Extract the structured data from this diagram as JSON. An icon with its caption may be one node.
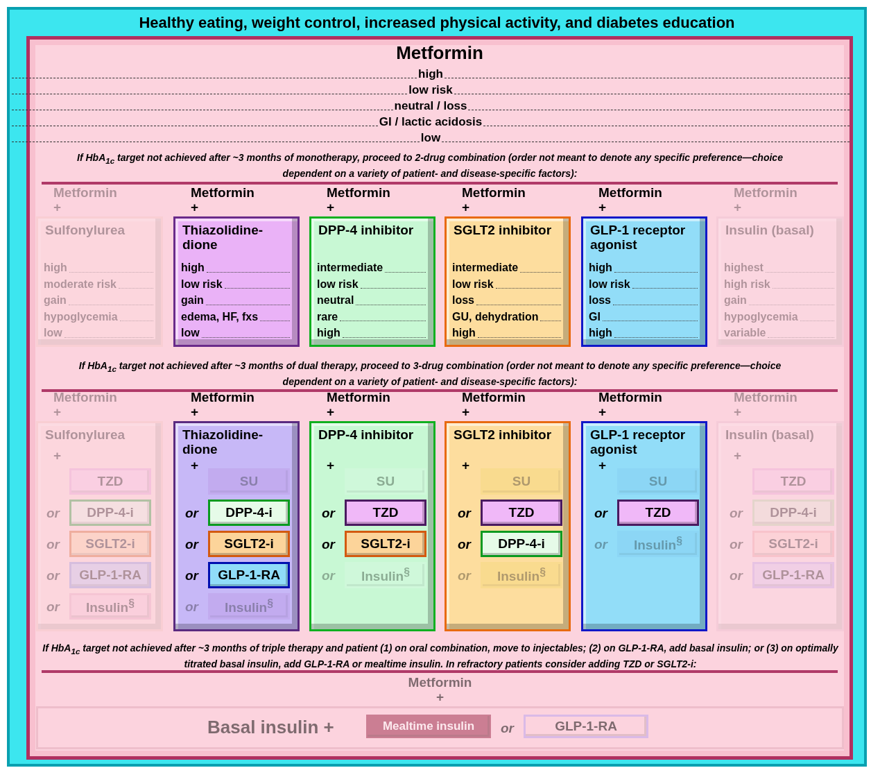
{
  "diagram": {
    "nodes": [
      {
        "text": [
          "Healthy eating, weight control, increased physical activity, and diabetes education"
        ]
      },
      {
        "text": [
          "Metformin",
          "high",
          "low risk",
          "neutral / loss",
          "GI / lactic acidosis",
          "low"
        ],
        "in": 0
      },
      {
        "text": [
          "Metformin +",
          "Sulfonylurea",
          "high",
          "moderate risk",
          "gain",
          "hypoglycemia",
          "low"
        ],
        "in": 1
      },
      {
        "text": [
          "Metformin +",
          "Thiazolidine- dione",
          "high",
          "low risk",
          "gain",
          "edema, HF, fxs",
          "low"
        ],
        "in": 1
      },
      {
        "text": [
          "Metformin +",
          "DPP-4 inhibitor",
          "intermediate",
          "low risk",
          "neutral",
          "rare",
          "high"
        ],
        "in": 1
      },
      {
        "text": [
          "Metformin +",
          "SGLT2 inhibitor",
          "intermediate",
          "low risk",
          "loss",
          "GU, dehydration",
          "high"
        ],
        "in": 1
      },
      {
        "text": [
          "Metformin +",
          "GLP-1 receptor agonist",
          "high",
          "low risk",
          "loss",
          "GI",
          "high"
        ],
        "in": 1
      },
      {
        "text": [
          "Metformin +",
          "Insulin (basal)",
          "highest",
          "high risk",
          "gain",
          "hypoglycemia",
          "variable"
        ],
        "in": 1
      },
      {
        "text": [
          "Metformin +",
          "Sulfonylurea",
          "+"
        ],
        "in": 1
      },
      {
        "text": [
          "TZD"
        ],
        "in": 8
      },
      {
        "text": [
          "DPP-4-i"
        ],
        "in": 8,
        "beside": [
          "or"
        ]
      },
      {
        "text": [
          "SGLT2-i"
        ],
        "in": 8,
        "beside": [
          "or"
        ]
      },
      {
        "text": [
          "GLP-1-RA"
        ],
        "in": 8,
        "beside": [
          "or"
        ]
      },
      {
        "text": [
          "Insulin$^{§}$"
        ],
        "in": 8,
        "beside": [
          "or"
        ]
      },
      {
        "text": [
          "Metformin +",
          "Thiazolidine- dione",
          "+"
        ],
        "in": 1
      },
      {
        "text": [
          "SU"
        ],
        "in": 14
      },
      {
        "text": [
          "DPP-4-i"
        ],
        "in": 14,
        "beside": [
          "or"
        ]
      },
      {
        "text": [
          "SGLT2-i"
        ],
        "in": 14,
        "beside": [
          "or"
        ]
      },
      {
        "text": [
          "GLP-1-RA"
        ],
        "in": 14,
        "beside": [
          "or"
        ]
      },
      {
        "text": [
          "Insulin$^{§}$"
        ],
        "in": 14,
        "beside": [
          "or"
        ]
      },
      {
        "text": [
          "Metformin +",
          "DPP-4 inhibitor",
          "+"
        ],
        "in": 1
      },
      {
        "text": [
          "SU"
        ],
        "in": 20
      },
      {
        "text": [
          "TZD"
        ],
        "in": 20,
        "beside": [
          "or"
        ]
      },
      {
        "text": [
          "SGLT2-i"
        ],
        "in": 20,
        "beside": [
          "or"
        ]
      },
      {
        "text": [
          "Insulin$^{§}$"
        ],
        "in": 20,
        "beside": [
          "or"
        ]
      },
      {
        "text": [
          "Metformin +",
          "SGLT2 inhibitor",
          "+"
        ],
        "in": 1
      },
      {
        "text": [
          "SU"
        ],
        "in": 25
      },
      {
        "text": [
          "TZD"
        ],
        "in": 25,
        "beside": [
          "or"
        ]
      },
      {
        "text": [
          "DPP-4-i"
        ],
        "in": 25,
        "beside": [
          "or"
        ]
      },
      {
        "text": [
          "Insulin$^{§}$"
        ],
        "in": 25,
        "beside": [
          "or"
        ]
      },
      {
        "text": [
          "Metformin +",
          "GLP-1 receptor agonist",
          "+"
        ],
        "in": 1
      },
      {
        "text": [
          "SU"
        ],
        "in": 30
      },
      {
        "text": [
          "TZD"
        ],
        "in": 30,
        "beside": [
          "or"
        ]
      },
      {
        "text": [
          "Insulin$^{§}$"
        ],
        "in": 30,
        "beside": [
          "or"
        ]
      },
      {
        "text": [
          "Metformin +",
          "Insulin (basal)",
          "+"
        ],
        "in": 1
      },
      {
        "text": [
          "TZD"
        ],
        "in": 34
      },
      {
        "text": [
          "DPP-4-i"
        ],
        "in": 34,
        "beside": [
          "or"
        ]
      },
      {
        "text": [
          "SGLT2-i"
        ],
        "in": 34,
        "beside": [
          "or"
        ]
      },
      {
        "text": [
          "GLP-1-RA"
        ],
        "in": 34,
        "beside": [
          "or"
        ]
      },
      {
        "text": [
          "Metformin +",
          "Basal insulin +"
        ],
        "in": 1
      },
      {
        "text": [
          "Mealtime insulin"
        ],
        "in": 39
      },
      {
        "text": [
          "GLP-1-RA"
        ],
        "in": 39,
        "beside": [
          "or"
        ]
      }
    ],
    "labels": [
      "If HbA$_{1c}$ target not achieved after ~3 months of monotherapy, proceed to 2-drug combination (order not meant to denote any specific preference—choice dependent on a variety of patient- and disease-specific factors):",
      "If HbA$_{1c}$ target not achieved after ~3 months of dual therapy, proceed to 3-drug combination (order not meant to denote any specific preference—choice dependent on a variety of patient- and disease-specific factors):",
      "If HbA$_{1c}$ target not achieved after ~3 months of triple therapy and patient (1) on oral combination, move to injectables; (2) on GLP-1-RA, add basal insulin; or (3) on optimally titrated basal insulin, add GLP-1-RA or mealtime insulin. In refractory patients consider adding TZD or SGLT2-i:"
    ]
  }
}
